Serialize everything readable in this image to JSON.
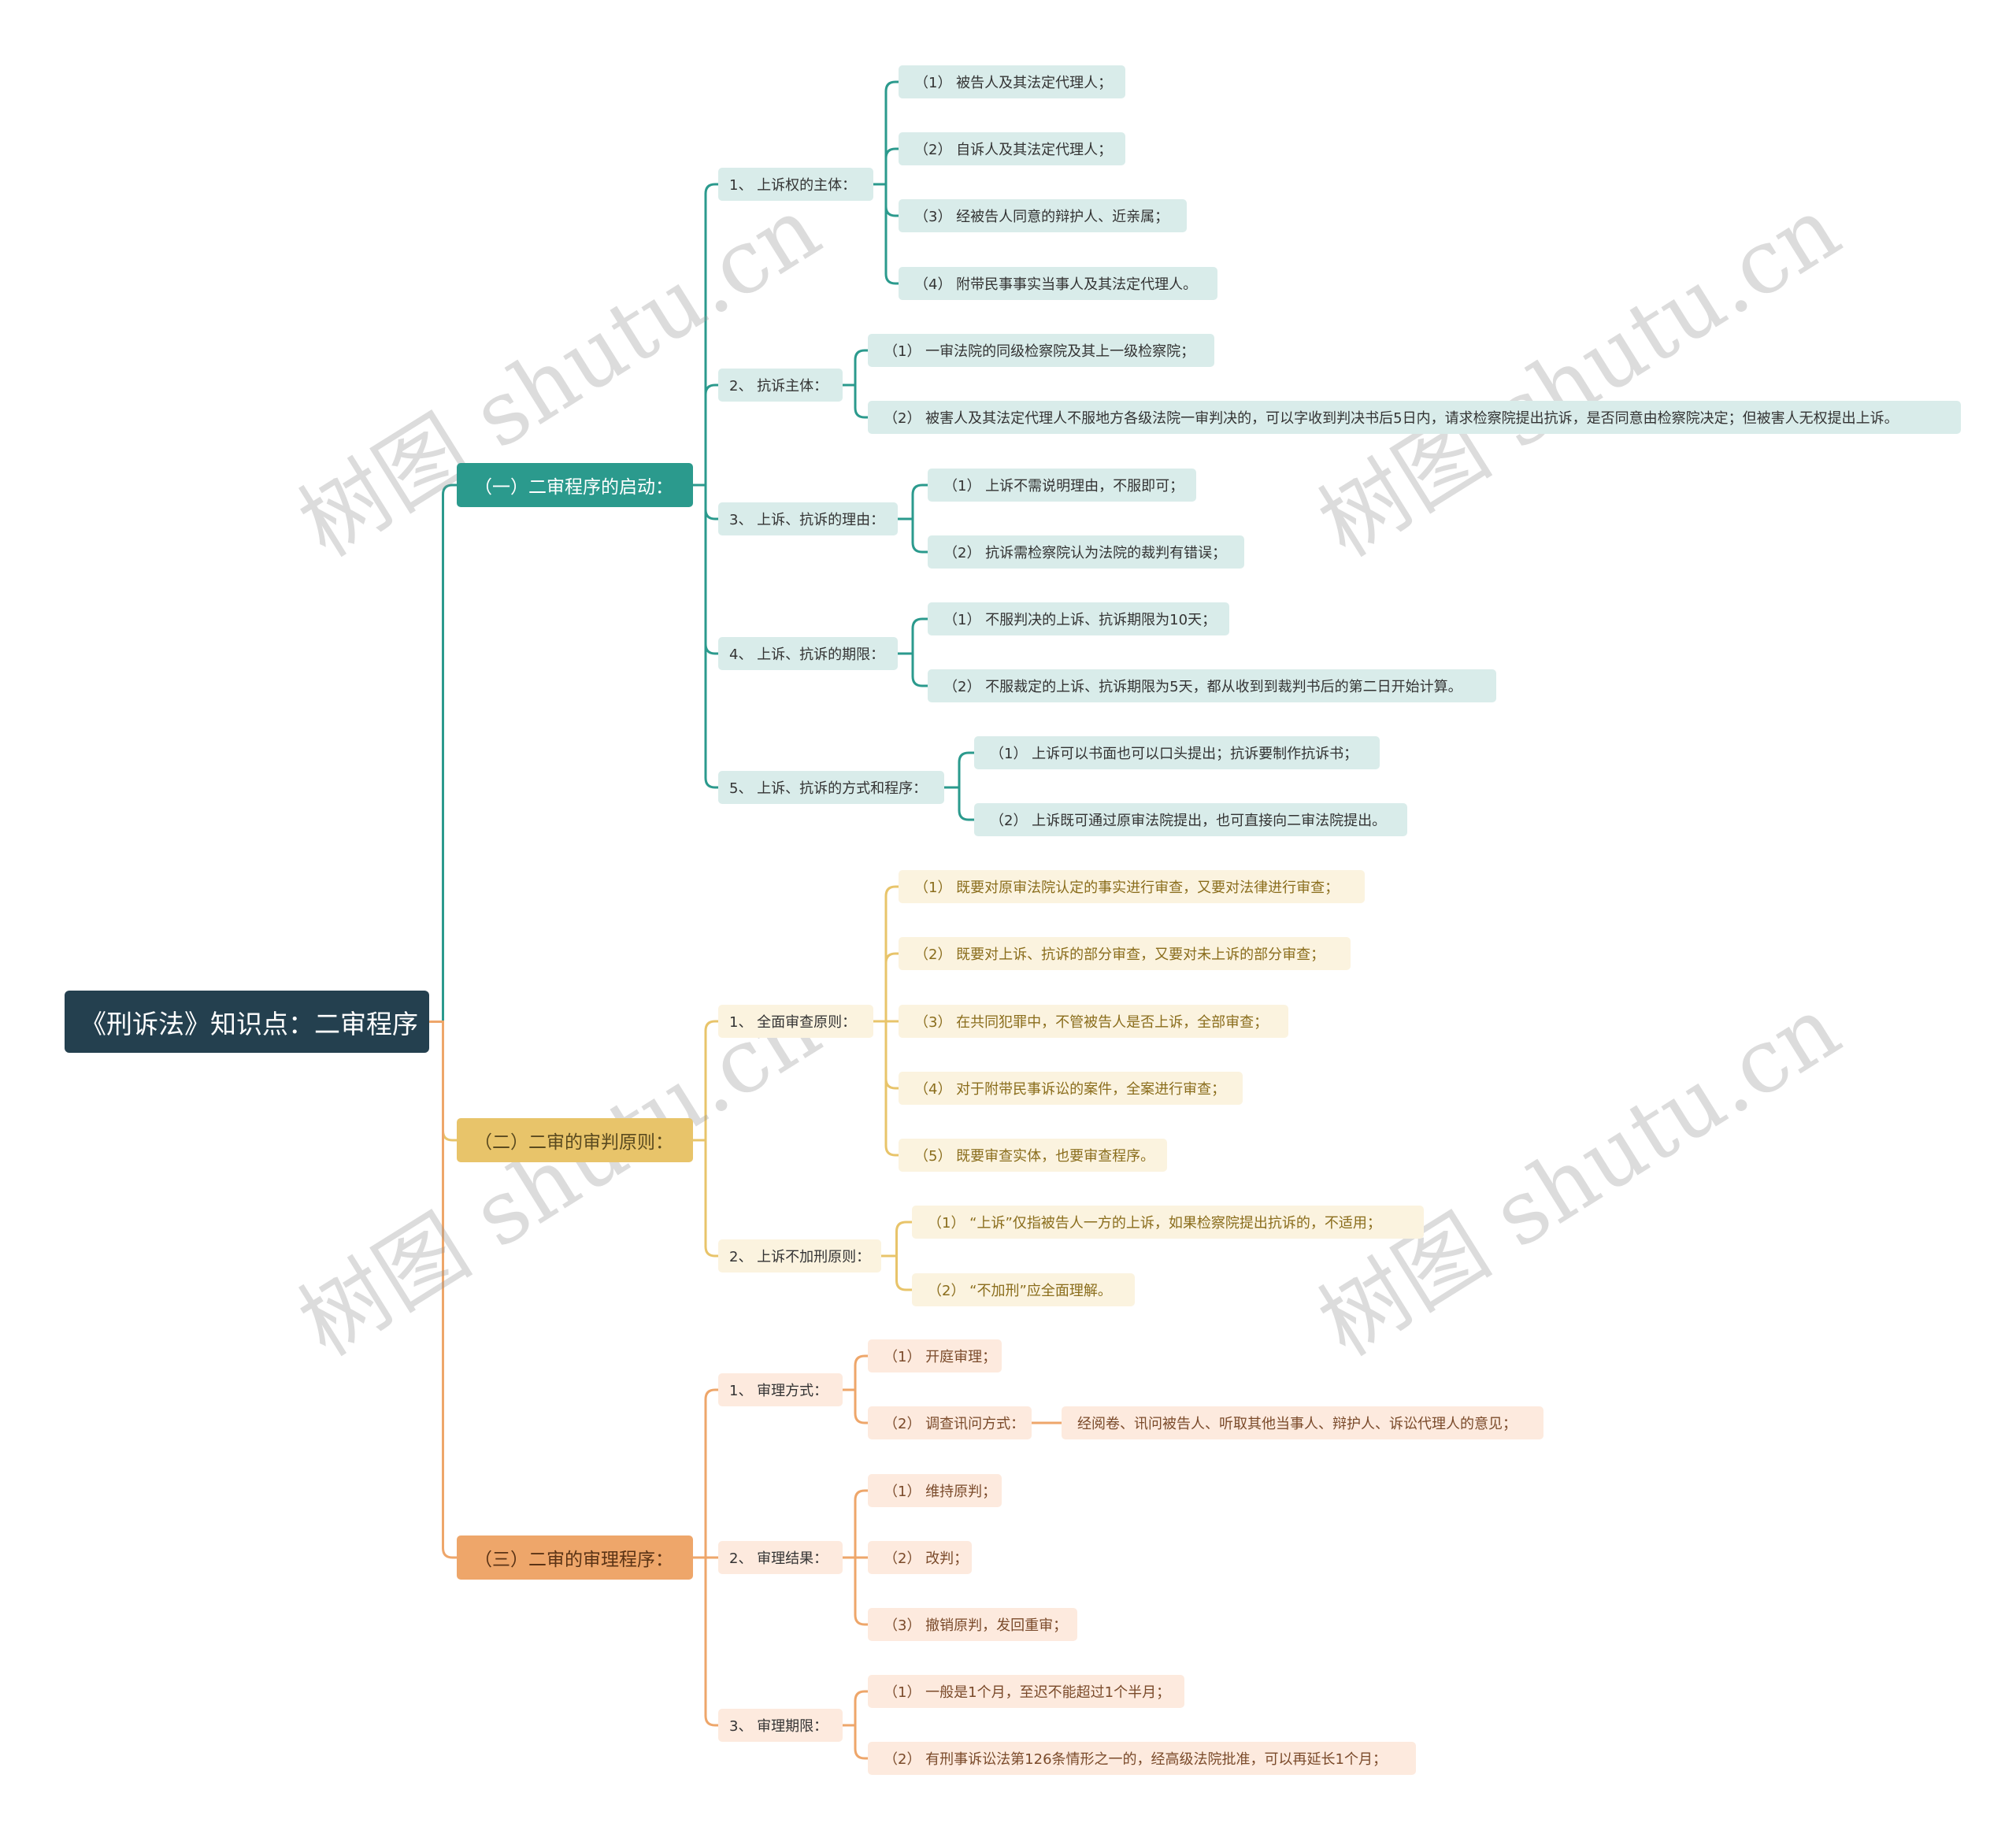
{
  "root": "《刑诉法》知识点：二审程序",
  "watermark": "树图 shutu.cn",
  "colors": {
    "root": "#24404f",
    "branch1": {
      "main": "#2b9a8d",
      "light": "#d9ecea",
      "text": "#ffffff",
      "leafText": "#333333"
    },
    "branch2": {
      "main": "#e8c46a",
      "light": "#fbf3df",
      "text": "#5a4a1f",
      "leafText": "#8a6d1c"
    },
    "branch3": {
      "main": "#eea66a",
      "light": "#fdeade",
      "text": "#5a3315",
      "leafText": "#7a4a2a"
    }
  },
  "branches": [
    {
      "label": "（一）二审程序的启动：",
      "children": [
        {
          "label": "1、 上诉权的主体：",
          "children": [
            {
              "label": "（1） 被告人及其法定代理人；"
            },
            {
              "label": "（2） 自诉人及其法定代理人；"
            },
            {
              "label": "（3） 经被告人同意的辩护人、近亲属；"
            },
            {
              "label": "（4） 附带民事事实当事人及其法定代理人。"
            }
          ]
        },
        {
          "label": "2、 抗诉主体：",
          "children": [
            {
              "label": "（1） 一审法院的同级检察院及其上一级检察院；"
            },
            {
              "label": "（2） 被害人及其法定代理人不服地方各级法院一审判决的，可以字收到判决书后5日内，请求检察院提出抗诉，是否同意由检察院决定；但被害人无权提出上诉。"
            }
          ]
        },
        {
          "label": "3、 上诉、抗诉的理由：",
          "children": [
            {
              "label": "（1） 上诉不需说明理由，不服即可；"
            },
            {
              "label": "（2） 抗诉需检察院认为法院的裁判有错误；"
            }
          ]
        },
        {
          "label": "4、 上诉、抗诉的期限：",
          "children": [
            {
              "label": "（1） 不服判决的上诉、抗诉期限为10天；"
            },
            {
              "label": "（2） 不服裁定的上诉、抗诉期限为5天，都从收到到裁判书后的第二日开始计算。"
            }
          ]
        },
        {
          "label": "5、 上诉、抗诉的方式和程序：",
          "children": [
            {
              "label": "（1） 上诉可以书面也可以口头提出；抗诉要制作抗诉书；"
            },
            {
              "label": "（2） 上诉既可通过原审法院提出，也可直接向二审法院提出。"
            }
          ]
        }
      ]
    },
    {
      "label": "（二）二审的审判原则：",
      "children": [
        {
          "label": "1、 全面审查原则：",
          "children": [
            {
              "label": "（1） 既要对原审法院认定的事实进行审查，又要对法律进行审查；"
            },
            {
              "label": "（2） 既要对上诉、抗诉的部分审查，又要对未上诉的部分审查；"
            },
            {
              "label": "（3） 在共同犯罪中，不管被告人是否上诉，全部审查；"
            },
            {
              "label": "（4） 对于附带民事诉讼的案件，全案进行审查；"
            },
            {
              "label": "（5） 既要审查实体，也要审查程序。"
            }
          ]
        },
        {
          "label": "2、 上诉不加刑原则：",
          "children": [
            {
              "label": "（1） “上诉”仅指被告人一方的上诉，如果检察院提出抗诉的，不适用；"
            },
            {
              "label": "（2） “不加刑”应全面理解。"
            }
          ]
        }
      ]
    },
    {
      "label": "（三）二审的审理程序：",
      "children": [
        {
          "label": "1、 审理方式：",
          "children": [
            {
              "label": "（1） 开庭审理；"
            },
            {
              "label": "（2） 调查讯问方式：",
              "children": [
                {
                  "label": "经阅卷、讯问被告人、听取其他当事人、辩护人、诉讼代理人的意见；"
                }
              ]
            }
          ]
        },
        {
          "label": "2、 审理结果：",
          "children": [
            {
              "label": "（1） 维持原判；"
            },
            {
              "label": "（2） 改判；"
            },
            {
              "label": "（3） 撤销原判，发回重审；"
            }
          ]
        },
        {
          "label": "3、 审理期限：",
          "children": [
            {
              "label": "（1） 一般是1个月，至迟不能超过1个半月；"
            },
            {
              "label": "（2） 有刑事诉讼法第126条情形之一的，经高级法院批准，可以再延长1个月；"
            }
          ]
        }
      ]
    }
  ]
}
